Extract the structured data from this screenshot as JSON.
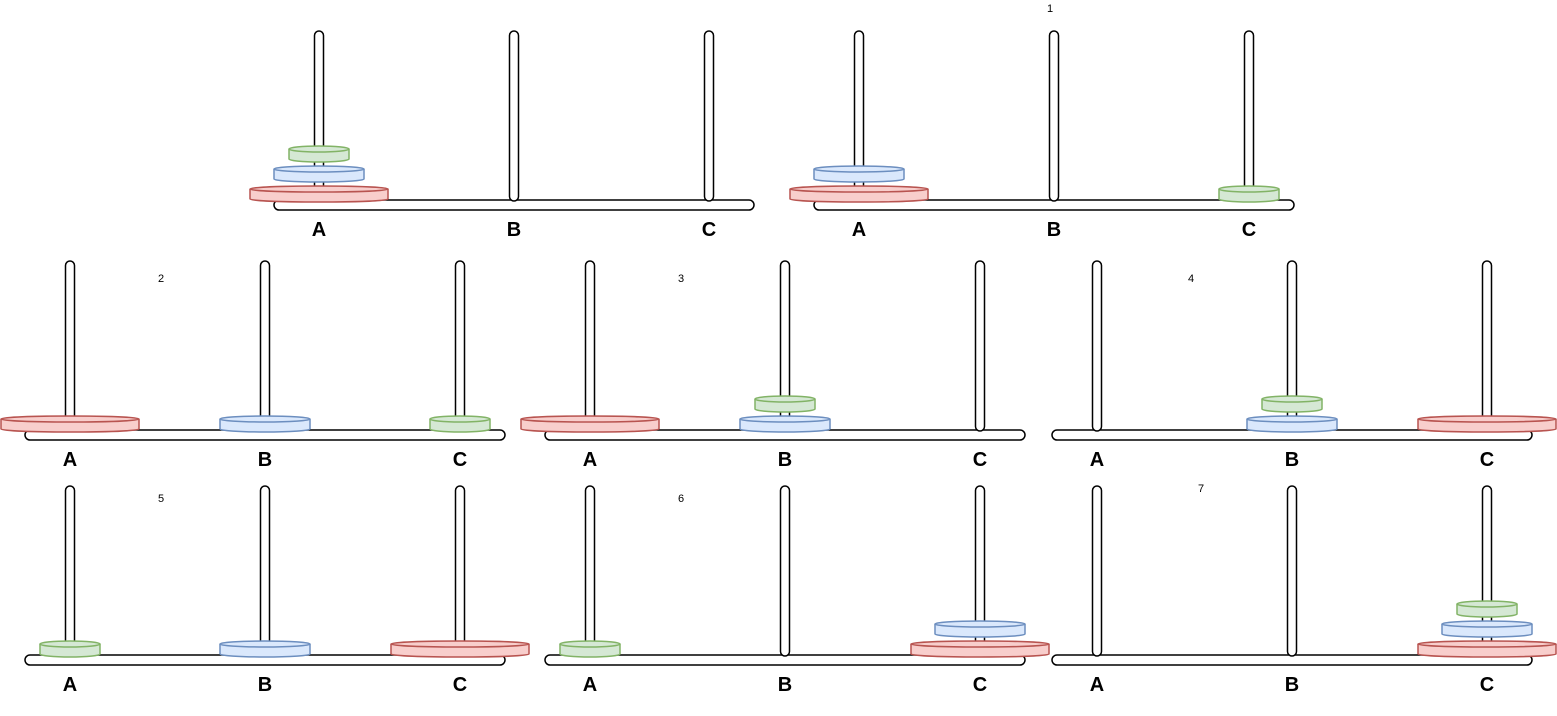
{
  "colors": {
    "outline": "#000000",
    "rod_fill": "#ffffff",
    "disk_large_fill": "#f8cecc",
    "disk_large_stroke": "#b85450",
    "disk_medium_fill": "#dae8fc",
    "disk_medium_stroke": "#6c8ebf",
    "disk_small_fill": "#d5e8d4",
    "disk_small_stroke": "#82b366"
  },
  "peg_labels": [
    "A",
    "B",
    "C"
  ],
  "disk_names": [
    "large",
    "medium",
    "small"
  ],
  "states": [
    {
      "step": "",
      "pegs": {
        "A": [
          "large",
          "medium",
          "small"
        ],
        "B": [],
        "C": []
      }
    },
    {
      "step": "1",
      "pegs": {
        "A": [
          "large",
          "medium"
        ],
        "B": [],
        "C": [
          "small"
        ]
      }
    },
    {
      "step": "2",
      "pegs": {
        "A": [
          "large"
        ],
        "B": [
          "medium"
        ],
        "C": [
          "small"
        ]
      }
    },
    {
      "step": "3",
      "pegs": {
        "A": [
          "large"
        ],
        "B": [
          "medium",
          "small"
        ],
        "C": []
      }
    },
    {
      "step": "4",
      "pegs": {
        "A": [],
        "B": [
          "medium",
          "small"
        ],
        "C": [
          "large"
        ]
      }
    },
    {
      "step": "5",
      "pegs": {
        "A": [
          "small"
        ],
        "B": [
          "medium"
        ],
        "C": [
          "large"
        ]
      }
    },
    {
      "step": "6",
      "pegs": {
        "A": [
          "small"
        ],
        "B": [],
        "C": [
          "large",
          "medium"
        ]
      }
    },
    {
      "step": "7",
      "pegs": {
        "A": [],
        "B": [],
        "C": [
          "large",
          "medium",
          "small"
        ]
      }
    }
  ]
}
